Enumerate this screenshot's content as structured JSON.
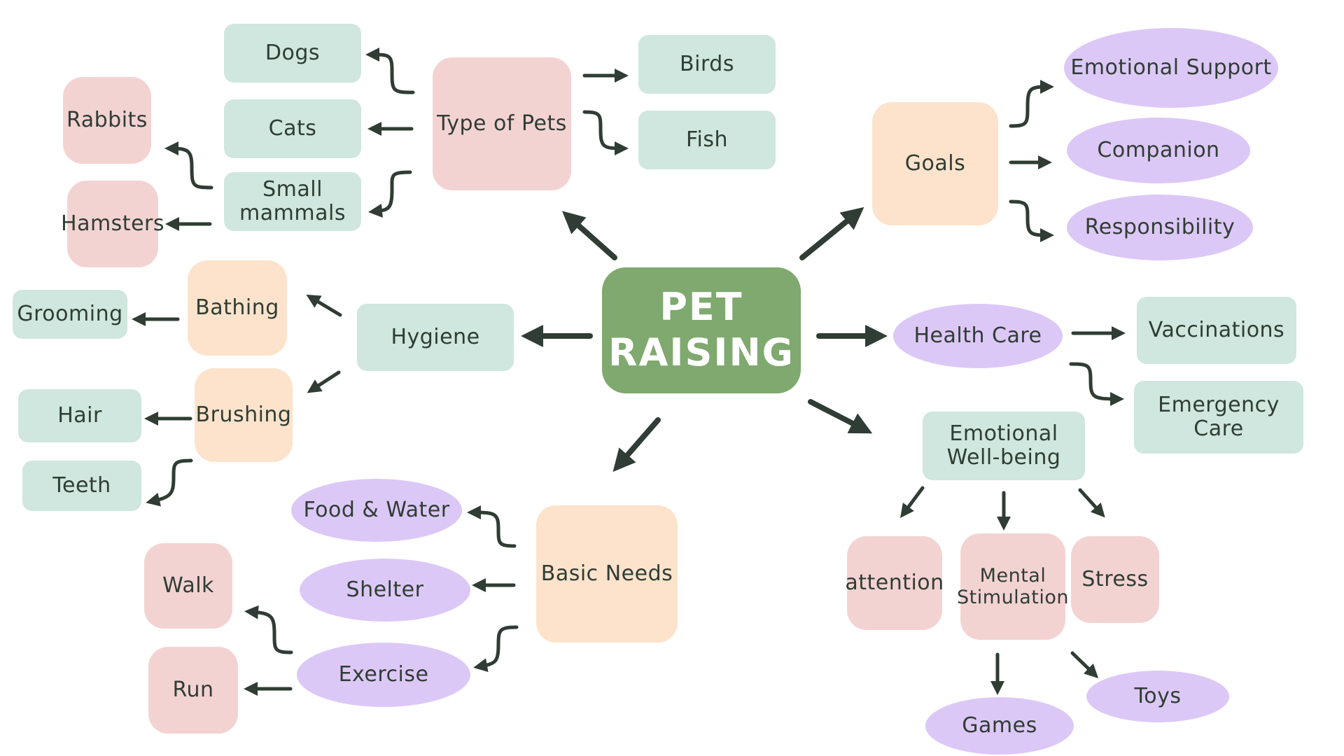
{
  "center": {
    "line1": "PET",
    "line2": "RAISING"
  },
  "colors": {
    "teal": "#cfe7de",
    "pink": "#f3d3d2",
    "peach": "#fde3cc",
    "lavender": "#dcc8f6",
    "center": "#7fa96e",
    "arrow": "#2f3d34"
  },
  "type_of_pets": {
    "label": "Type of Pets",
    "dogs": "Dogs",
    "cats": "Cats",
    "small_mammals_1": "Small",
    "small_mammals_2": "mammals",
    "rabbits": "Rabbits",
    "hamsters": "Hamsters",
    "birds": "Birds",
    "fish": "Fish"
  },
  "goals": {
    "label": "Goals",
    "emotional_support": "Emotional Support",
    "companion": "Companion",
    "responsibility": "Responsibility"
  },
  "health_care": {
    "label": "Health Care",
    "vaccinations": "Vaccinations",
    "emergency_care": "Emergency Care"
  },
  "emotional_wellbeing": {
    "label_1": "Emotional",
    "label_2": "Well-being",
    "attention": "attention",
    "mental_1": "Mental",
    "mental_2": "Stimulation",
    "stress": "Stress",
    "games": "Games",
    "toys": "Toys"
  },
  "hygiene": {
    "label": "Hygiene",
    "bathing": "Bathing",
    "grooming": "Grooming",
    "brushing": "Brushing",
    "hair": "Hair",
    "teeth": "Teeth"
  },
  "basic_needs": {
    "label": "Basic Needs",
    "food_water": "Food & Water",
    "shelter": "Shelter",
    "exercise": "Exercise",
    "walk": "Walk",
    "run": "Run"
  }
}
